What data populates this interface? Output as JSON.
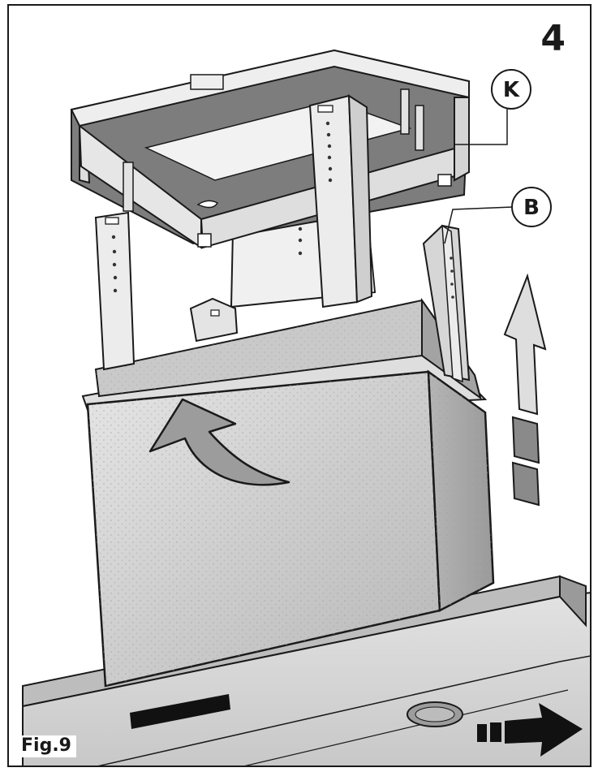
{
  "step_number": "4",
  "callouts": [
    {
      "id": "K"
    },
    {
      "id": "B"
    }
  ],
  "figure_label": "Fig.9",
  "colors": {
    "line": "#1a1a1a",
    "steel_light": "#dcdcdc",
    "steel_mid": "#c4c4c4",
    "steel_dark": "#8e8e8e",
    "bracket": "#e9e9e9",
    "arrow_fill": "#a9a9a9"
  }
}
